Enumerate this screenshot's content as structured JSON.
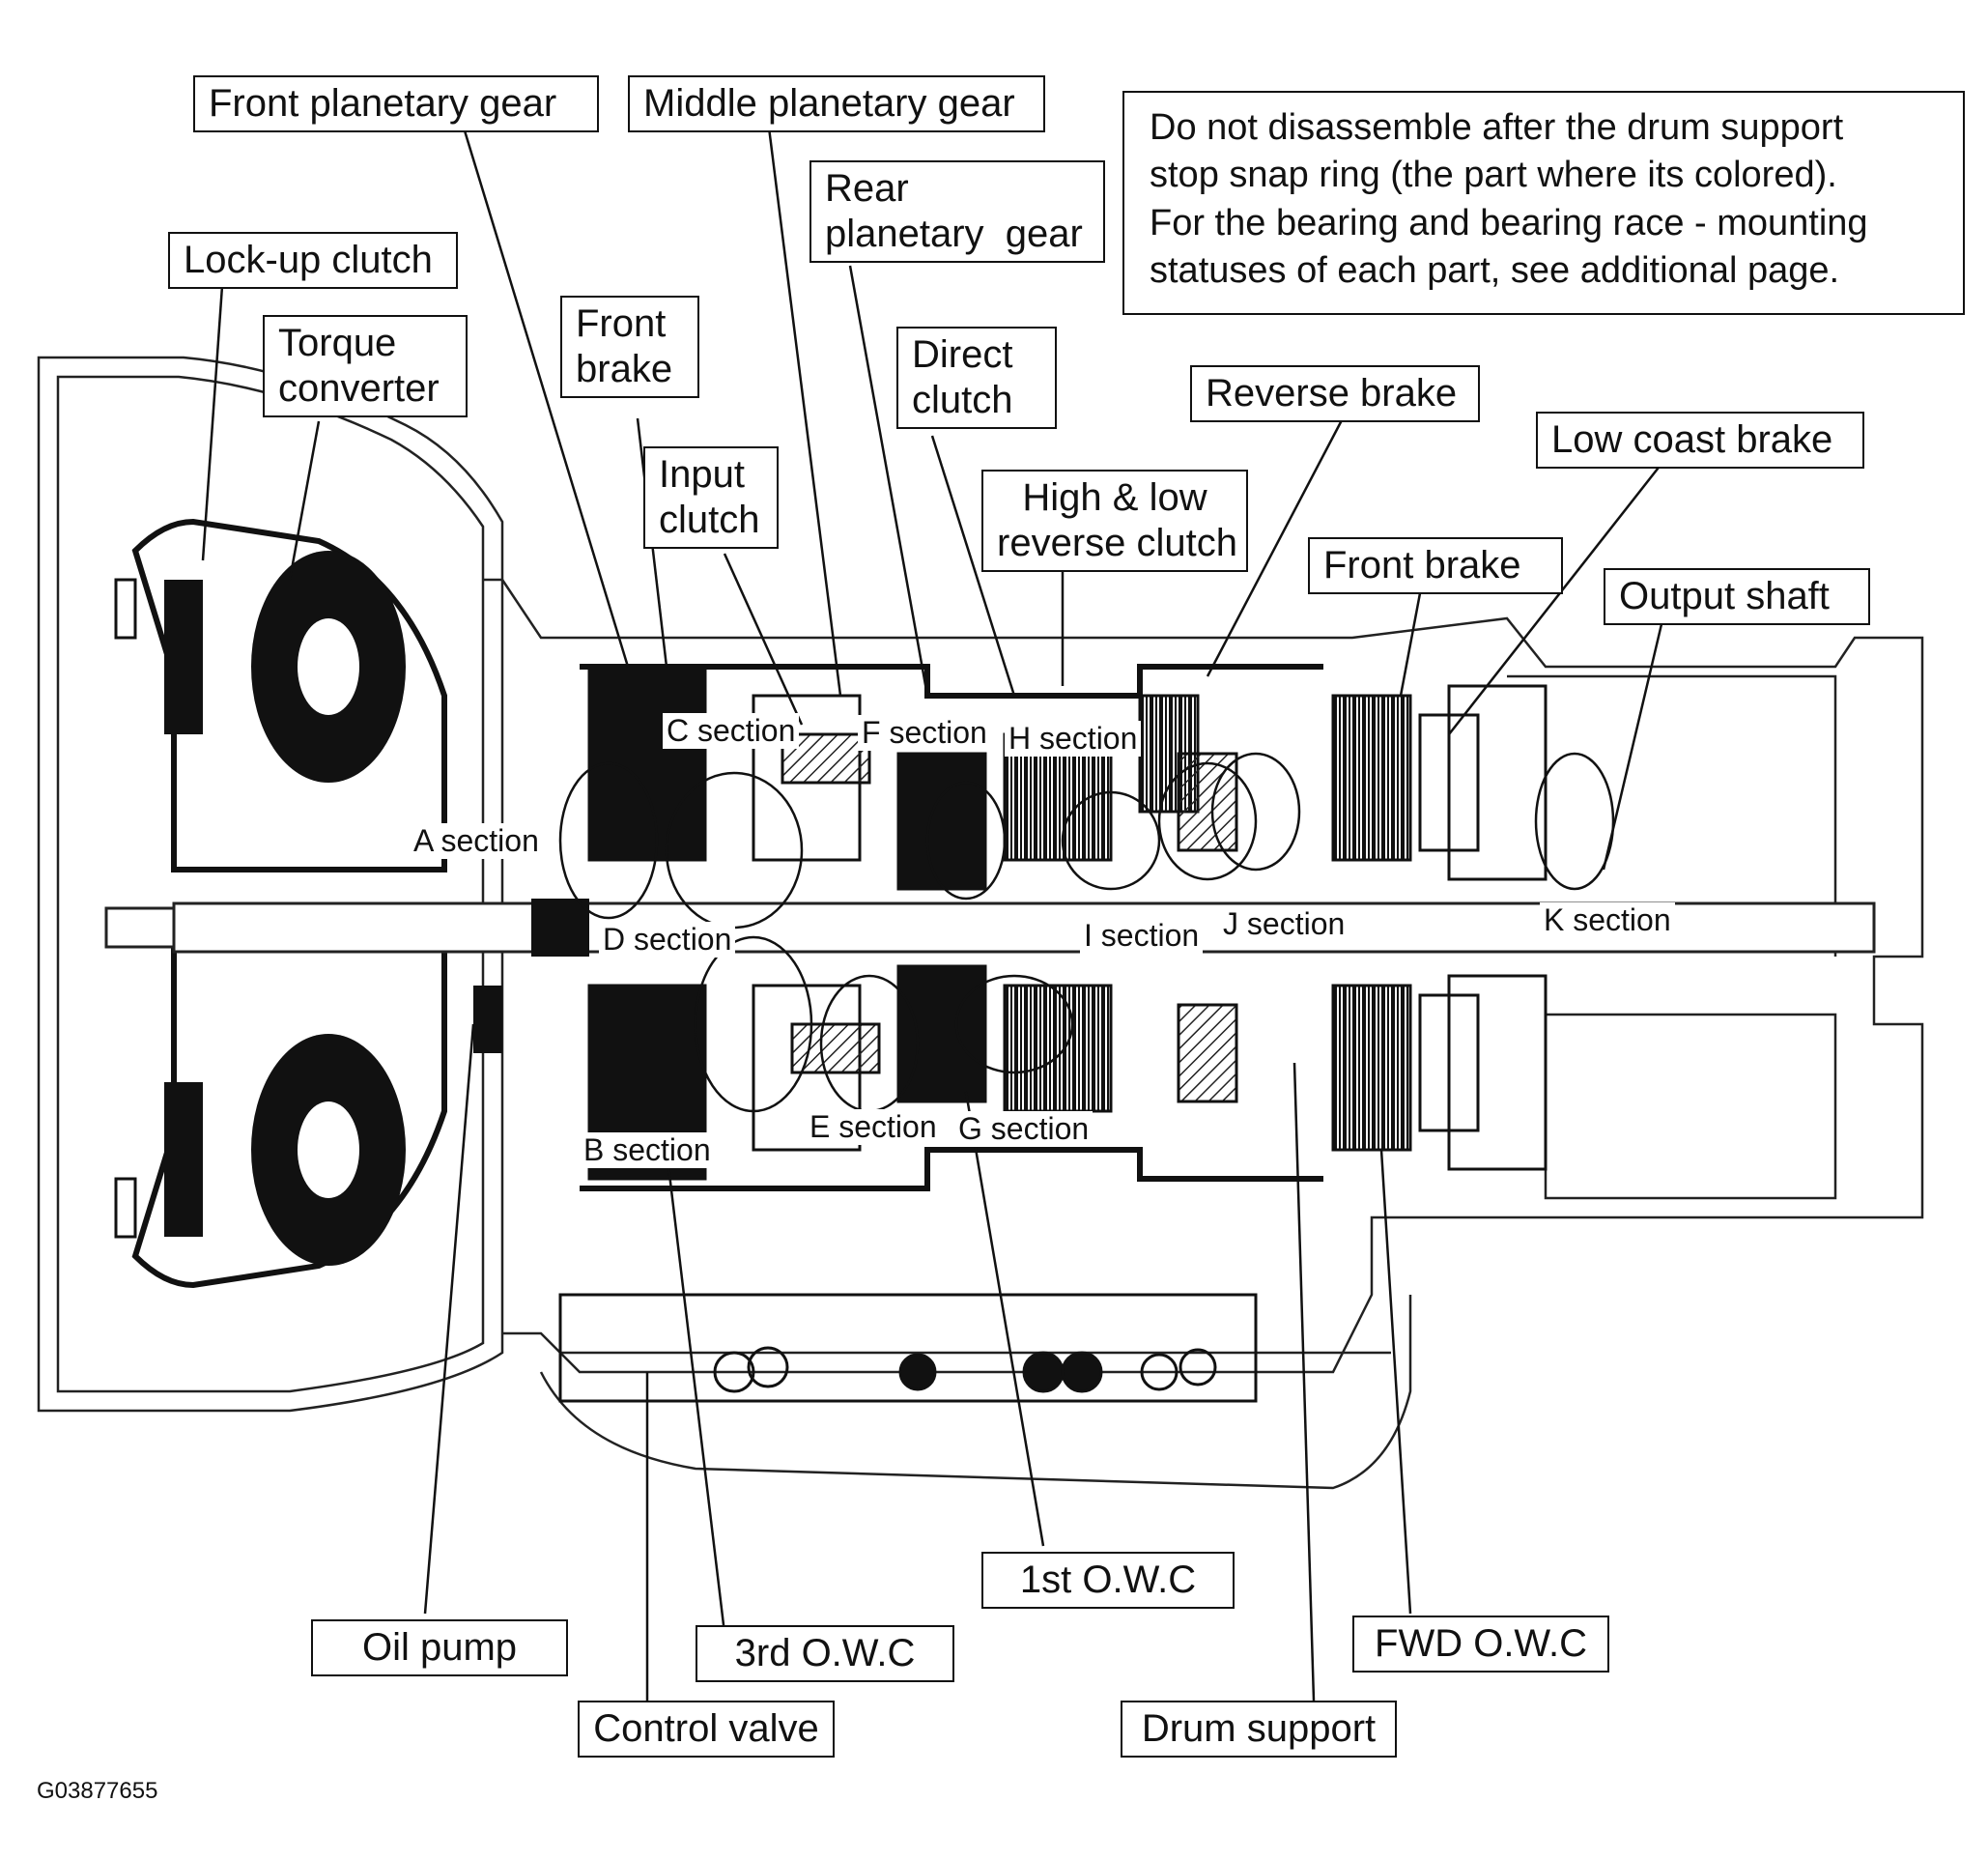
{
  "figure_id": "G03877655",
  "note": {
    "lines": [
      "Do not disassemble after the drum support",
      "stop snap ring (the part where its colored).",
      "For the bearing and bearing race - mounting",
      "statuses of each part, see additional page."
    ]
  },
  "callouts": {
    "front_planetary_gear": "Front planetary gear",
    "middle_planetary_gear": "Middle planetary gear",
    "rear_planetary_gear": [
      "Rear",
      "planetary  gear"
    ],
    "lock_up_clutch": "Lock-up clutch",
    "torque_converter": [
      "Torque",
      "converter"
    ],
    "front_brake_upper": [
      "Front",
      "brake"
    ],
    "direct_clutch": [
      "Direct",
      "clutch"
    ],
    "reverse_brake": "Reverse brake",
    "low_coast_brake": "Low coast brake",
    "input_clutch": [
      "Input",
      "clutch"
    ],
    "high_low_reverse_clutch": [
      "High & low",
      "reverse clutch"
    ],
    "front_brake_right": "Front brake",
    "output_shaft": "Output shaft",
    "oil_pump": "Oil pump",
    "third_owc": "3rd O.W.C",
    "control_valve": "Control valve",
    "first_owc": "1st O.W.C",
    "drum_support": "Drum support",
    "fwd_owc": "FWD O.W.C"
  },
  "sections": {
    "a": "A section",
    "b": "B section",
    "c": "C section",
    "d": "D section",
    "e": "E section",
    "f": "F section",
    "g": "G section",
    "h": "H section",
    "i": "I section",
    "j": "J section",
    "k": "K section"
  }
}
